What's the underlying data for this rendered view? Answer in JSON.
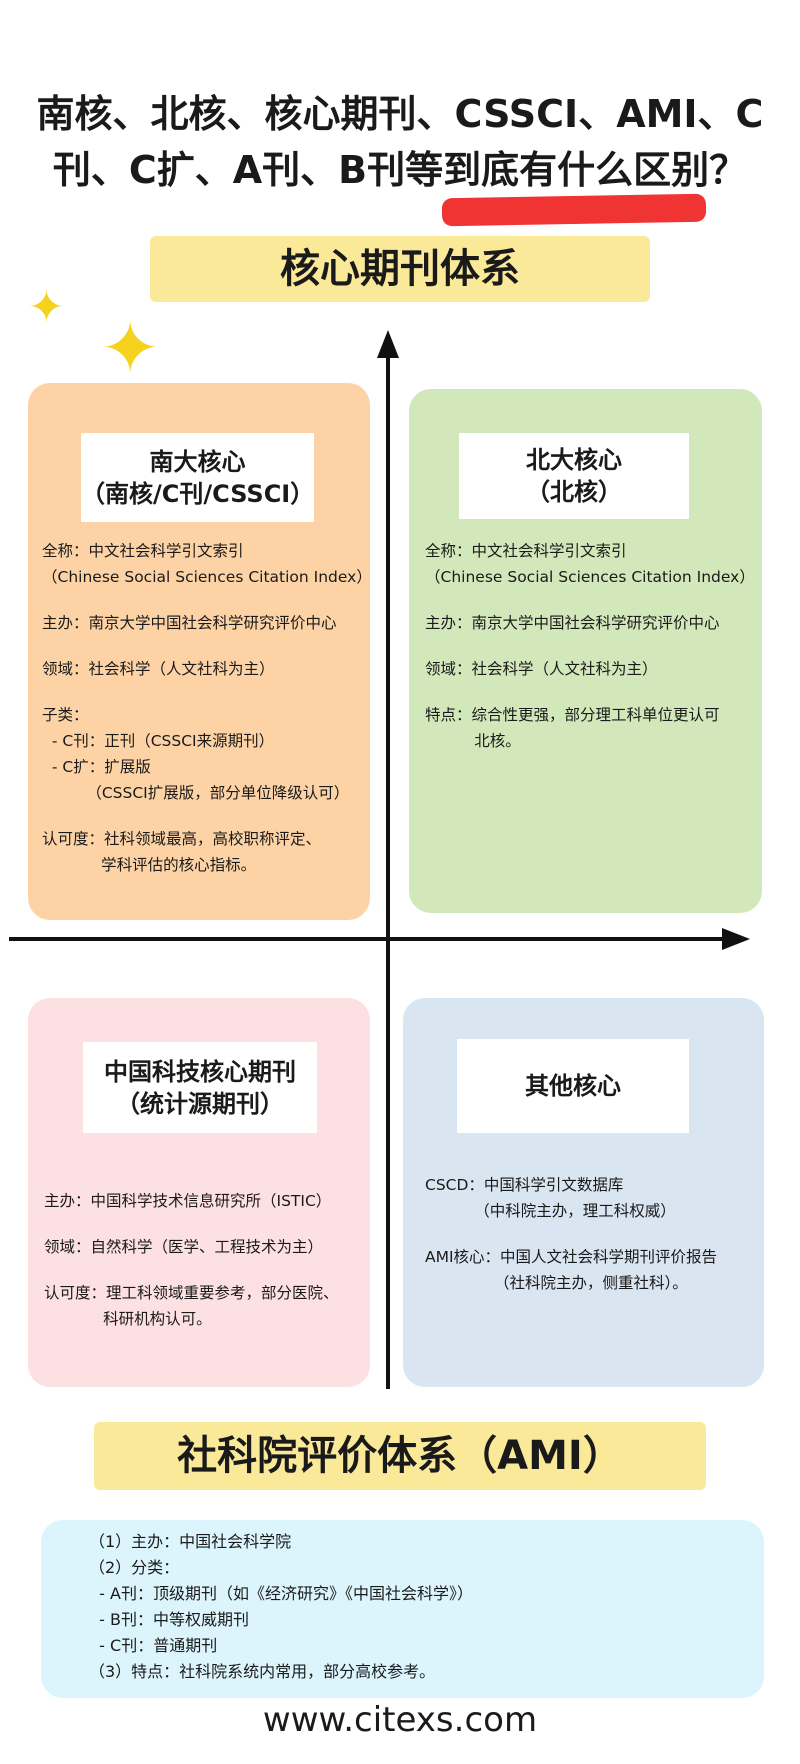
{
  "title": {
    "line1": "南核、北核、核心期刊、CSSCI、AMI、C",
    "line2": "刊、C扩、A刊、B刊等到底有什么区别？"
  },
  "banner1": "核心期刊体系",
  "banner2": "社科院评价体系（AMI）",
  "colors": {
    "highlight": "#f03333",
    "banner": "#fbe99a",
    "nanda": "#fdd3a6",
    "beida": "#d2e8ba",
    "keji": "#fde0e2",
    "qita": "#d9e5f1",
    "ami": "#dcf5fc"
  },
  "quadrants": {
    "nanda": {
      "label1": "南大核心",
      "label2": "（南核/C刊/CSSCI）",
      "lines": [
        "全称：中文社会科学引文索引",
        "（Chinese Social Sciences Citation Index）",
        "",
        "主办：南京大学中国社会科学研究评价中心",
        "",
        "领域：社会科学（人文社科为主）",
        "",
        "子类：",
        "  - C刊：正刊（CSSCI来源期刊）",
        "  - C扩：扩展版",
        "         （CSSCI扩展版，部分单位降级认可）",
        "",
        "认可度：社科领域最高，高校职称评定、",
        "            学科评估的核心指标。"
      ]
    },
    "beida": {
      "label1": "北大核心",
      "label2": "（北核）",
      "lines": [
        "全称：中文社会科学引文索引",
        "（Chinese Social Sciences Citation Index）",
        "",
        "主办：南京大学中国社会科学研究评价中心",
        "",
        "领域：社会科学（人文社科为主）",
        "",
        "特点：综合性更强，部分理工科单位更认可",
        "          北核。"
      ]
    },
    "keji": {
      "label1": "中国科技核心期刊",
      "label2": "（统计源期刊）",
      "lines": [
        "主办：中国科学技术信息研究所（ISTIC）",
        "",
        "领域：自然科学（医学、工程技术为主）",
        "",
        "认可度：理工科领域重要参考，部分医院、",
        "            科研机构认可。"
      ]
    },
    "qita": {
      "label1": "其他核心",
      "lines": [
        "CSCD：中国科学引文数据库",
        "          （中科院主办，理工科权威）",
        "",
        "AMI核心：中国人文社会科学期刊评价报告",
        "              （社科院主办，侧重社科）。"
      ]
    }
  },
  "ami": {
    "lines": [
      "（1）主办：中国社会科学院",
      "（2）分类：",
      "  - A刊：顶级期刊（如《经济研究》《中国社会科学》）",
      "  - B刊：中等权威期刊",
      "  - C刊：普通期刊",
      "（3）特点：社科院系统内常用，部分高校参考。"
    ]
  },
  "footer": "www.citexs.com"
}
